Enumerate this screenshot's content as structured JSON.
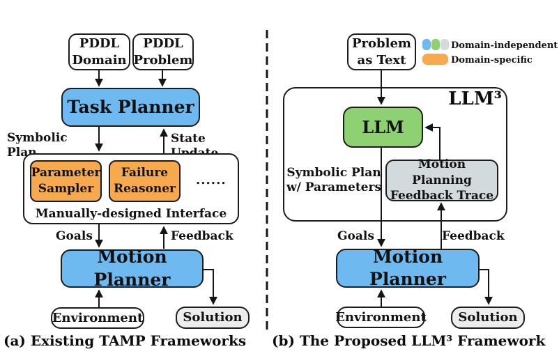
{
  "colors": {
    "blue": "#6fb9f1",
    "green": "#8ed173",
    "orange": "#f7a94e",
    "gray_box": "#d2dade",
    "solution_gray": "#ededed",
    "line": "#151515"
  },
  "legend": {
    "independent_label": "Domain-independent",
    "specific_label": "Domain-specific",
    "independent_swatches": [
      "blue-swatch",
      "green-swatch",
      "gray-swatch"
    ],
    "specific_swatches": [
      "orange-swatch"
    ]
  },
  "panel_a": {
    "caption": "(a) Existing TAMP Frameworks",
    "pddl_domain": "PDDL\nDomain",
    "pddl_problem": "PDDL\nProblem",
    "task_planner": "Task Planner",
    "symbolic_plan": "Symbolic Plan",
    "state_update": "State Update",
    "parameter_sampler": "Parameter\nSampler",
    "failure_reasoner": "Failure\nReasoner",
    "dots": "......",
    "interface_label": "Manually-designed Interface",
    "goals": "Goals",
    "feedback": "Feedback",
    "motion_planner": "Motion Planner",
    "environment": "Environment",
    "solution": "Solution"
  },
  "panel_b": {
    "caption": "(b) The Proposed LLM³ Framework",
    "problem_as_text": "Problem\nas Text",
    "outer_label": "LLM³",
    "llm": "LLM",
    "symbolic_plan": "Symbolic Plan\nw/ Parameters",
    "feedback_trace": "Motion Planning\nFeedback Trace",
    "goals": "Goals",
    "feedback": "Feedback",
    "motion_planner": "Motion Planner",
    "environment": "Environment",
    "solution": "Solution"
  }
}
